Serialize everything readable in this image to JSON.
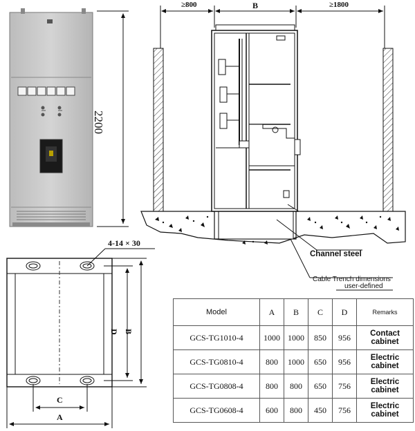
{
  "elevation": {
    "height_label": "2200"
  },
  "section": {
    "left_clearance": "≥800",
    "width_label": "B",
    "right_clearance": "≥1800",
    "channel_steel_label": "Channel steel",
    "trench_label_line1": "Cable Trench dimensions",
    "trench_label_line2": "user-defined"
  },
  "plan": {
    "hole_label": "4-14 × 30",
    "dim_a": "A",
    "dim_b": "B",
    "dim_c": "C",
    "dim_d": "D"
  },
  "table": {
    "headers": [
      "Model",
      "A",
      "B",
      "C",
      "D",
      "Remarks"
    ],
    "rows": [
      {
        "model": "GCS-TG1010-4",
        "a": "1000",
        "b": "1000",
        "c": "850",
        "d": "956",
        "remarks": "Contact cabinet"
      },
      {
        "model": "GCS-TG0810-4",
        "a": "800",
        "b": "1000",
        "c": "650",
        "d": "956",
        "remarks": "Electric cabinet"
      },
      {
        "model": "GCS-TG0808-4",
        "a": "800",
        "b": "800",
        "c": "650",
        "d": "756",
        "remarks": "Electric cabinet"
      },
      {
        "model": "GCS-TG0608-4",
        "a": "600",
        "b": "800",
        "c": "450",
        "d": "756",
        "remarks": "Electric cabinet"
      }
    ]
  }
}
